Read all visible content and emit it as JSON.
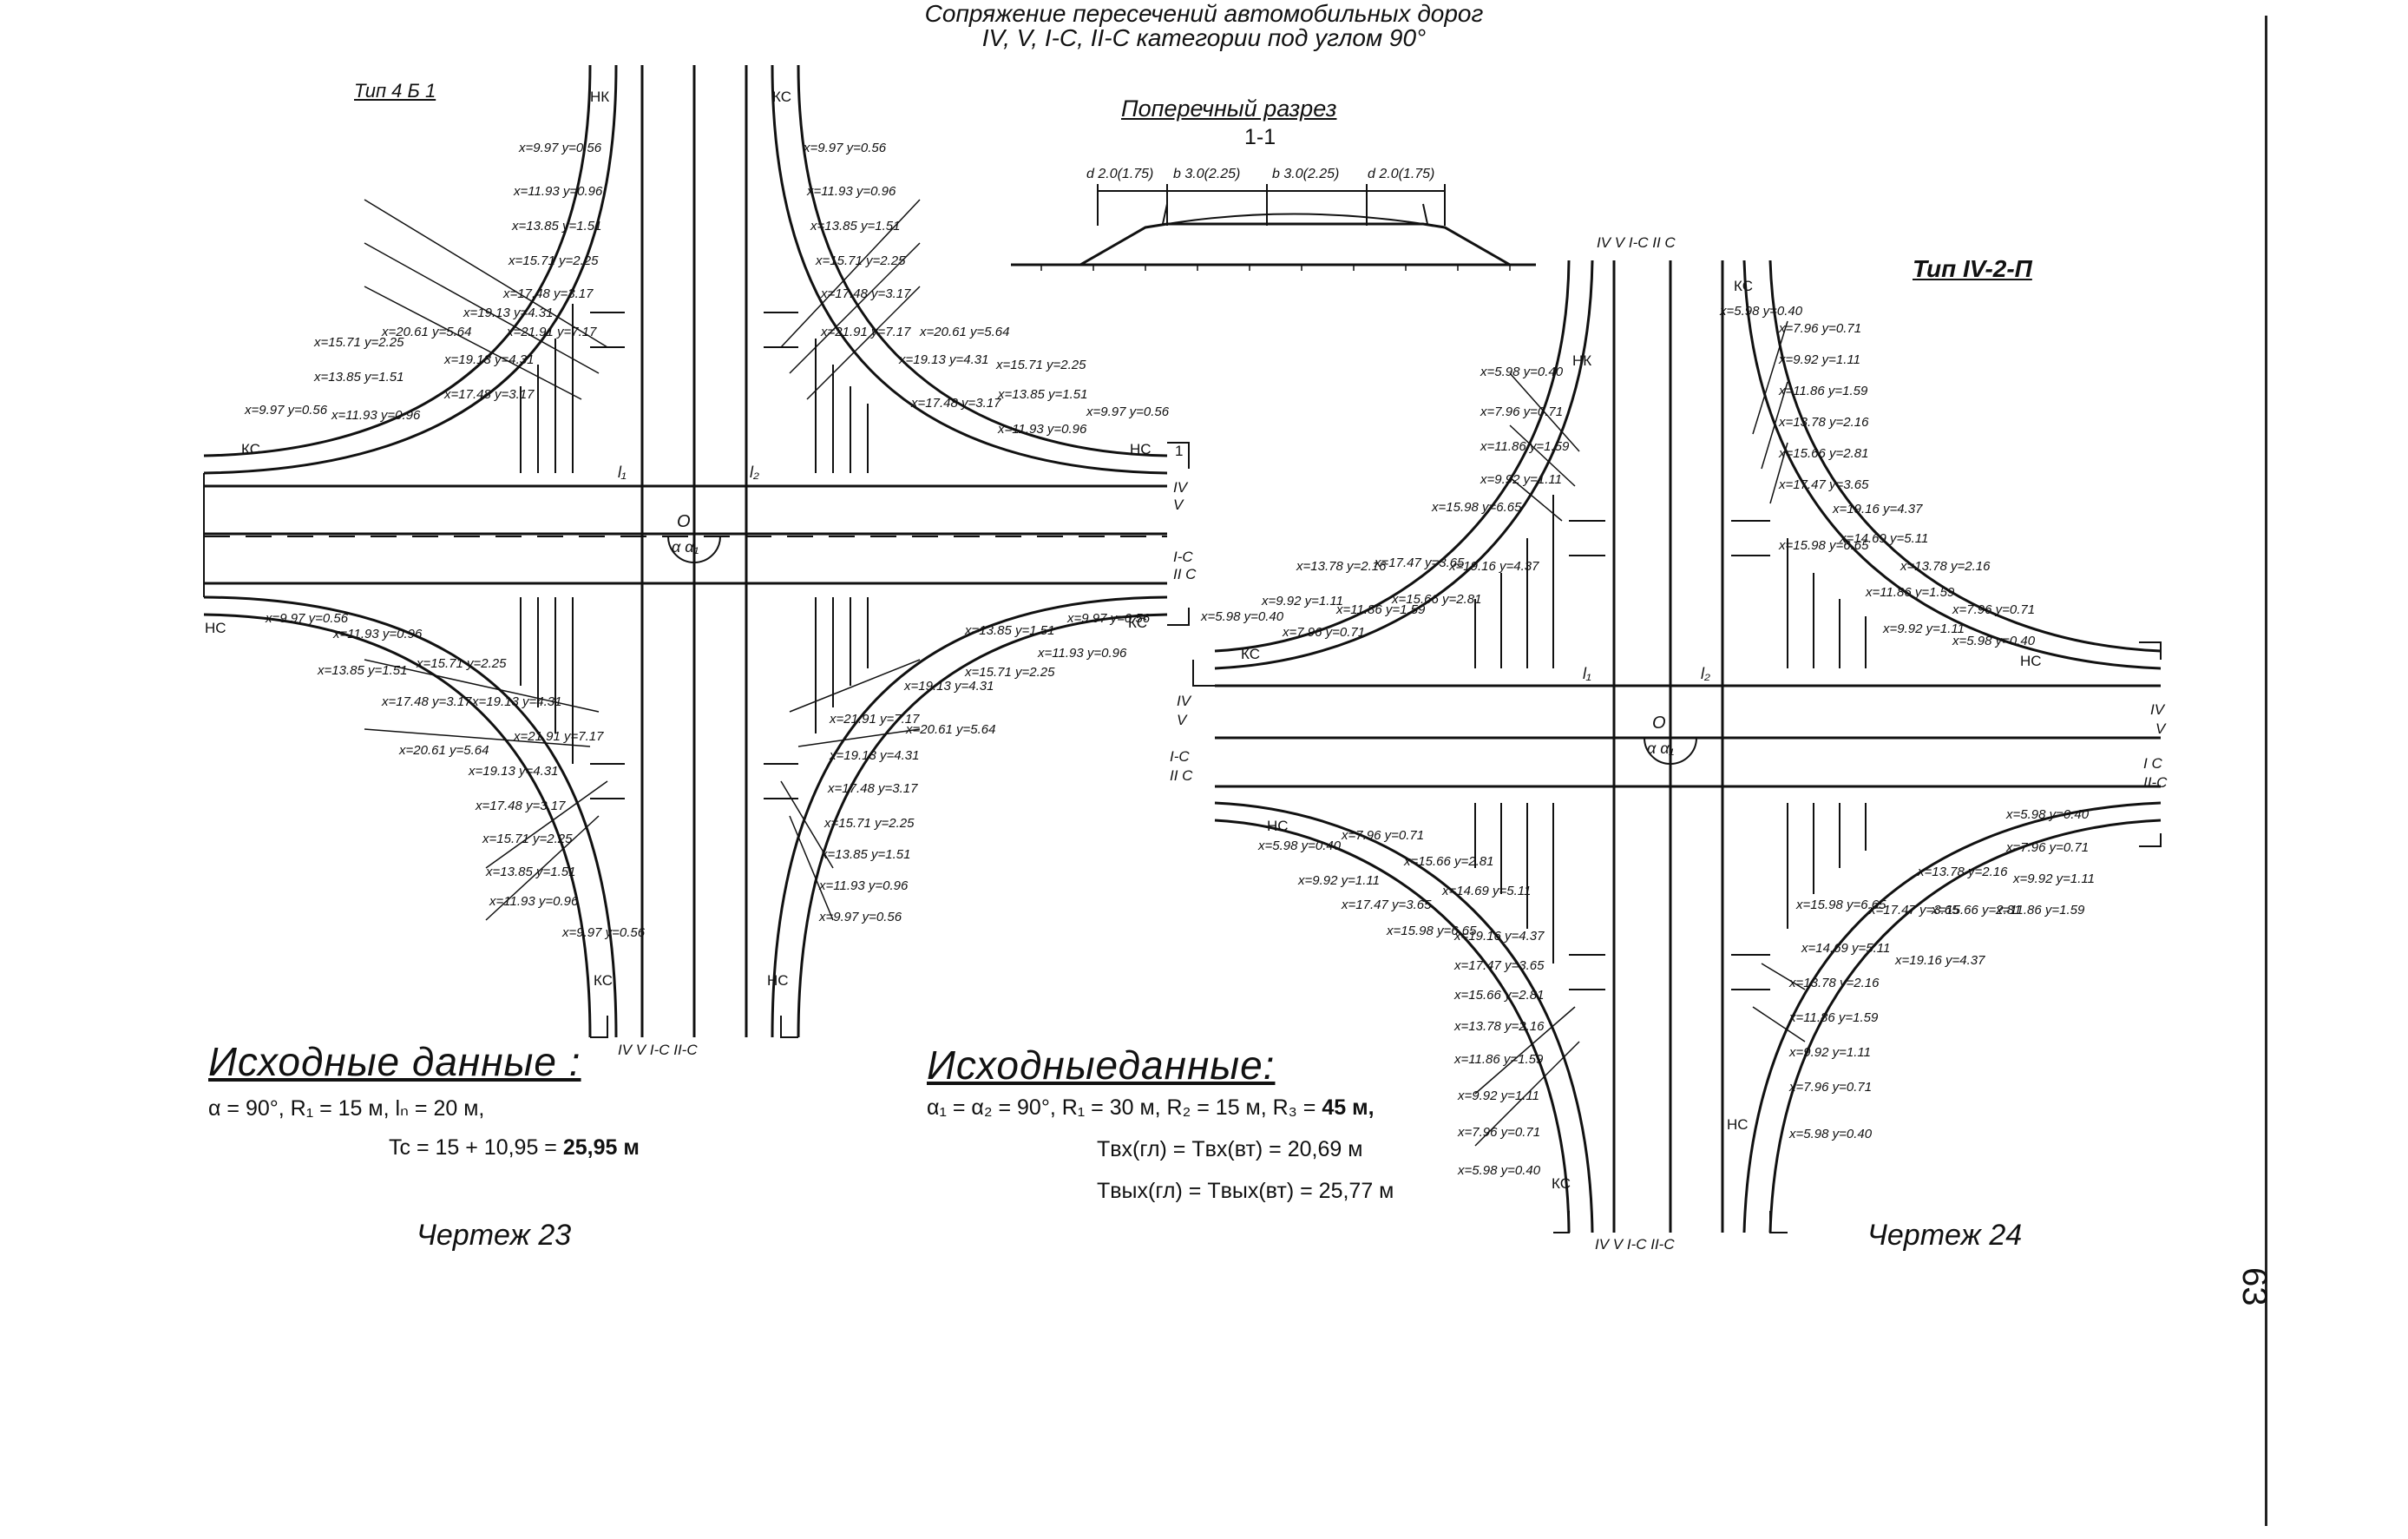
{
  "header": {
    "line1": "Сопряжение пересечений автомобильных дорог",
    "line2": "IV, V, I-C, II-C категории под углом 90°"
  },
  "page_number": "63",
  "cross_section": {
    "title": "Поперечный разрез",
    "section_label": "1-1",
    "dims": [
      "d 2.0(1.75)",
      "b 3.0(2.25)",
      "b 3.0(2.25)",
      "d 2.0(1.75)"
    ]
  },
  "drawing23": {
    "type_label": "Тип 4 Б 1",
    "caption": "Чертеж 23",
    "given_title": "Исходные данные :",
    "given_line1": "α = 90°, R₁ = 15 м, lₙ = 20 м,",
    "given_line2_prefix": "Tc = 15 + 10,95 = ",
    "given_line2_bold": "25,95 м",
    "road_labels": {
      "top_left": "НК",
      "top_right": "КС",
      "left_top": "КС",
      "left_bottom": "НС",
      "right_top": "НС",
      "right_bottom": "КС",
      "bottom_left": "КС",
      "bottom_right": "НС",
      "cat_right_1": "IV",
      "cat_right_2": "V",
      "cat_right_3": "I-C",
      "cat_right_4": "II C",
      "cat_bottom": "IV  V  I-C  II-C",
      "section_mark": "1",
      "center": "O",
      "angle": "α   α₁",
      "l1": "l₁",
      "l2": "l₂"
    },
    "coords": [
      "x=9.97 y=0.56",
      "x=11.93 y=0.96",
      "x=13.85 y=1.51",
      "x=15.71 y=2.25",
      "x=17.48 y=3.17",
      "x=19.13 y=4.31",
      "x=20.61 y=5.64",
      "x=21.91 y=7.17"
    ]
  },
  "drawing24": {
    "type_label": "Тип IV-2-П",
    "caption": "Чертеж 24",
    "given_title": "Исходныеданные:",
    "given_line1_prefix": "α₁ = α₂ = 90°, R₁ = 30 м, R₂ = 15 м, R₃ = ",
    "given_line1_bold": "45 м,",
    "given_line2": "Tвх(гл) = Tвх(вт) = 20,69 м",
    "given_line3": "Tвых(гл) = Tвых(вт) = 25,77 м",
    "road_labels": {
      "top_cat": "IV  V  I-C  II C",
      "bottom_cat": "IV  V  I-C  II-C",
      "kc": "КС",
      "nk": "НК",
      "nc": "НС",
      "cat_left_1": "IV",
      "cat_left_2": "V",
      "cat_left_3": "I-C",
      "cat_left_4": "II C",
      "cat_right_1": "IV",
      "cat_right_2": "V",
      "cat_right_3": "I C",
      "cat_right_4": "II-C",
      "center": "O",
      "angle": "α   α₁",
      "l1": "l₁",
      "l2": "l₂"
    },
    "coords": [
      "x=5.98 y=0.40",
      "x=7.96 y=0.71",
      "x=9.92 y=1.11",
      "x=11.86 y=1.59",
      "x=13.78 y=2.16",
      "x=15.66 y=2.81",
      "x=17.47 y=3.65",
      "x=19.16 y=4.37",
      "x=14.69 y=5.11",
      "x=15.98 y=6.65"
    ]
  }
}
